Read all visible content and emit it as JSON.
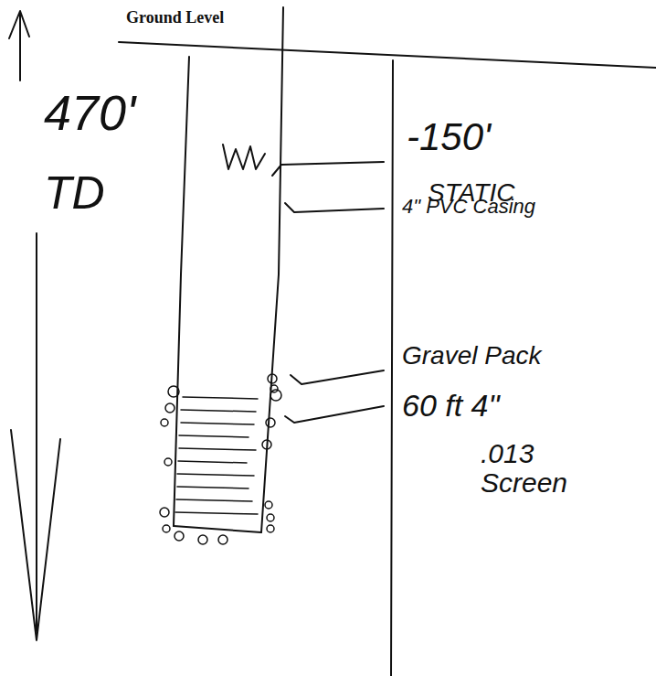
{
  "diagram": {
    "labels": [
      "Ground Level",
      "470'",
      "TD",
      "-150'",
      "STATIC",
      "4\" PVC Casing",
      "Gravel Pack",
      "60 ft 4\"",
      ".013 Screen"
    ]
  }
}
